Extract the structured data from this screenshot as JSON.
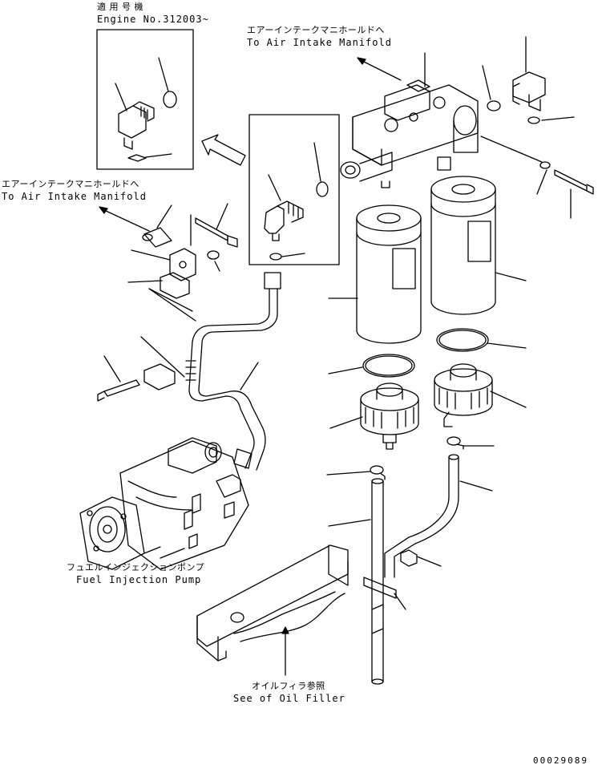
{
  "labels": {
    "applicable_jp": "適 用 号 機",
    "engine_no": "Engine No.312003~",
    "air_intake_top_jp": "エアーインテークマニホールドへ",
    "air_intake_top_en": "To Air Intake Manifold",
    "air_intake_left_jp": "エアーインテークマニホールドへ",
    "air_intake_left_en": "To Air Intake Manifold",
    "pump_jp": "フュエルインジェクションポンプ",
    "pump_en": "Fuel Injection Pump",
    "oil_filler_jp": "オイルフィラ参照",
    "oil_filler_en": "See of Oil Filler",
    "drawing_code": "00029089"
  },
  "colors": {
    "line": "#000000",
    "background": "#ffffff"
  }
}
